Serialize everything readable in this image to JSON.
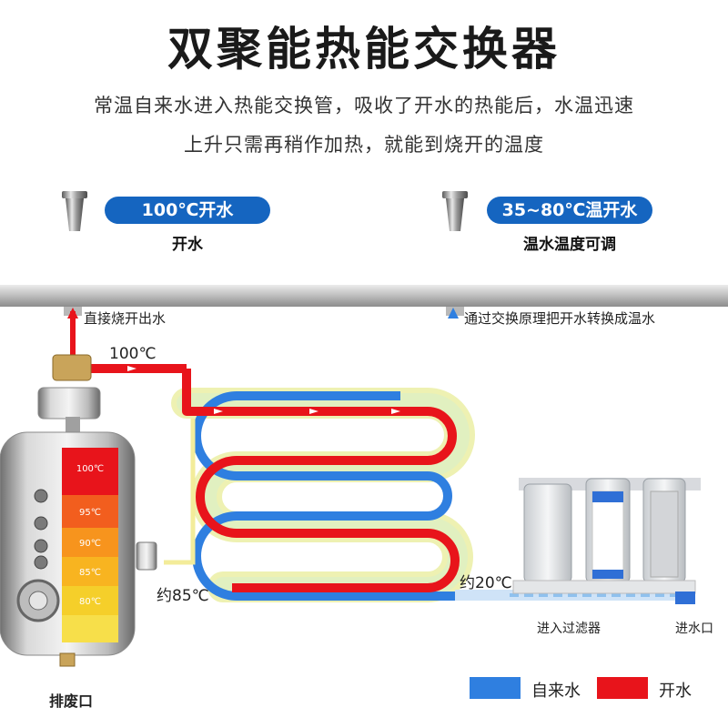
{
  "title": "双聚能热能交换器",
  "subtitle_line1": "常温自来水进入热能交换管，吸收了开水的热能后，水温迅速",
  "subtitle_line2": "上升只需再稍作加热，就能到烧开的温度",
  "faucets": [
    {
      "badge": "100℃开水",
      "caption": "开水",
      "icon": "faucet-icon"
    },
    {
      "badge": "35~80℃温开水",
      "caption": "温水温度可调",
      "icon": "faucet-icon"
    }
  ],
  "notes": {
    "hot_out": "直接烧开出水",
    "warm_out": "通过交换原理把开水转换成温水"
  },
  "temps": {
    "t100": "100℃",
    "t85": "约85℃",
    "t20": "约20℃"
  },
  "tank_levels": [
    "100℃",
    "95℃",
    "90℃",
    "85℃",
    "80℃"
  ],
  "labels": {
    "drain": "排废口",
    "filter_in": "进入过滤器",
    "water_in": "进水口"
  },
  "legend": [
    {
      "label": "自来水",
      "color": "#2f7fe0"
    },
    {
      "label": "开水",
      "color": "#e8141b"
    }
  ],
  "colors": {
    "hot": "#e8141b",
    "cold": "#2f7fe0",
    "badge": "#1565c0",
    "warm_glow": "#f3f1a6"
  }
}
